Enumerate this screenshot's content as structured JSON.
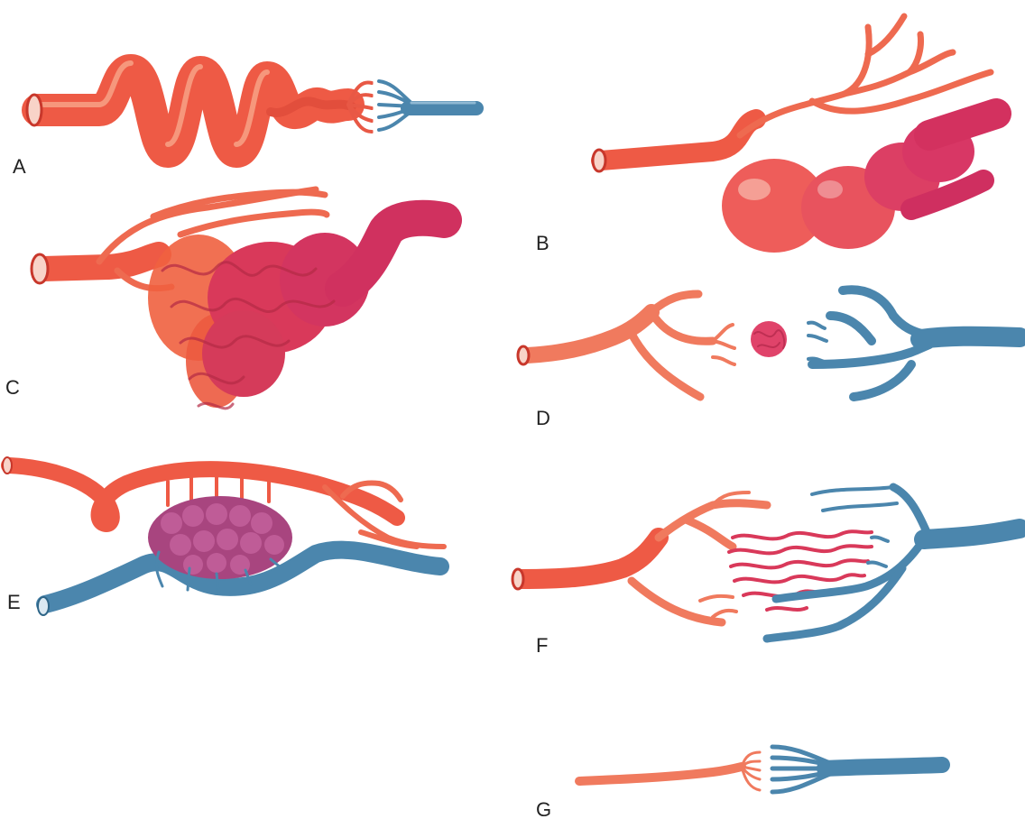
{
  "panels": [
    {
      "id": "A",
      "label": "A"
    },
    {
      "id": "B",
      "label": "B"
    },
    {
      "id": "C",
      "label": "C"
    },
    {
      "id": "D",
      "label": "D"
    },
    {
      "id": "E",
      "label": "E"
    },
    {
      "id": "F",
      "label": "F"
    },
    {
      "id": "G",
      "label": "G"
    }
  ],
  "colors": {
    "artery": "#ee5a45",
    "artery_light": "#f47f63",
    "artery_dark": "#c8372b",
    "vein": "#4b86ad",
    "vein_dark": "#2f6688",
    "nidus": "#d93a5e",
    "mass": "#a8457f"
  }
}
